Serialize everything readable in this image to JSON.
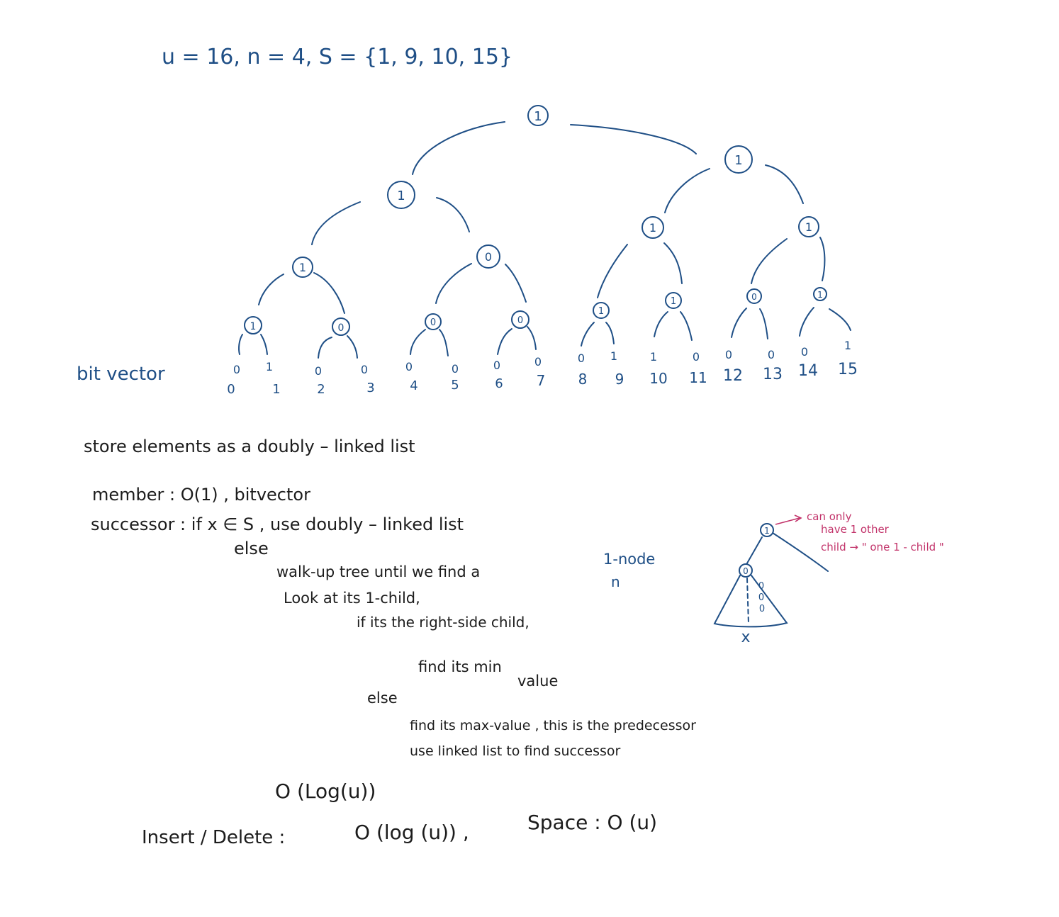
{
  "header": {
    "params": "u = 16,  n = 4,  S = {1, 9, 10, 15}"
  },
  "tree": {
    "bit_vector_label": "bit vector",
    "nodes": [
      {
        "label": "1"
      },
      {
        "label": "1"
      },
      {
        "label": "1"
      },
      {
        "label": "1"
      },
      {
        "label": "0"
      },
      {
        "label": "1"
      },
      {
        "label": "1"
      },
      {
        "label": "1"
      },
      {
        "label": "0"
      },
      {
        "label": "0"
      },
      {
        "label": "0"
      },
      {
        "label": "1"
      },
      {
        "label": "1"
      },
      {
        "label": "0"
      },
      {
        "label": "1"
      }
    ],
    "leaves": [
      {
        "bit": "0",
        "index": "0"
      },
      {
        "bit": "1",
        "index": "1"
      },
      {
        "bit": "0",
        "index": "2"
      },
      {
        "bit": "0",
        "index": "3"
      },
      {
        "bit": "0",
        "index": "4"
      },
      {
        "bit": "0",
        "index": "5"
      },
      {
        "bit": "0",
        "index": "6"
      },
      {
        "bit": "0",
        "index": "7"
      },
      {
        "bit": "0",
        "index": "8"
      },
      {
        "bit": "1",
        "index": "9"
      },
      {
        "bit": "1",
        "index": "10"
      },
      {
        "bit": "0",
        "index": "11"
      },
      {
        "bit": "0",
        "index": "12"
      },
      {
        "bit": "0",
        "index": "13"
      },
      {
        "bit": "0",
        "index": "14"
      },
      {
        "bit": "1",
        "index": "15"
      }
    ]
  },
  "notes": {
    "store": "store elements  as a doubly – linked list",
    "member": "member :  O(1) , bitvector",
    "successor": "successor :  if  x ∈ S ,  use doubly – linked list",
    "else1": "else",
    "walk": "walk-up tree until we find a",
    "one_node": "1-node",
    "n_label": "n",
    "look": "Look at its 1-child,",
    "if_right": "if its the right-side child,",
    "find_min": "find its min",
    "value": "value",
    "else2": "else",
    "find_max": "find its max-value ,  this is the predecessor",
    "use_linked": "use linked list  to find successor",
    "olog": "O (Log(u))",
    "insert_delete": "Insert / Delete :",
    "insert_cost": "O (log (u)) ,",
    "space": "Space : O (u)"
  },
  "side_diagram": {
    "top_node": "1",
    "child_node": "0",
    "zeros": [
      "0",
      "0",
      "0"
    ],
    "x_label": "x",
    "note_line1": "can only",
    "note_line2": "have  1 other",
    "note_line3": "child  →  \" one 1 - child \""
  }
}
